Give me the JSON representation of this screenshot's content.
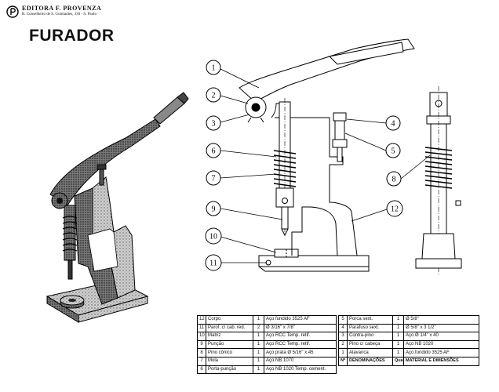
{
  "publisher": {
    "name": "EDITORA F. PROVENZA",
    "address": "R. Conselheiro de S. Guimarães, 336 - S. Paulo"
  },
  "title": "FURADOR",
  "callouts": [
    "1",
    "2",
    "3",
    "4",
    "5",
    "6",
    "7",
    "8",
    "9",
    "10",
    "11",
    "12"
  ],
  "parts_table": {
    "left": [
      {
        "num": "12",
        "name": "Corpo",
        "qty": "1",
        "material": "Aço fundido 3525 AF"
      },
      {
        "num": "11",
        "name": "Parof. c/ cab. red.",
        "qty": "2",
        "material": "Ø 3/16\" x 7/8\""
      },
      {
        "num": "10",
        "name": "Matriz",
        "qty": "1",
        "material": "Aço RCC Temp. retif."
      },
      {
        "num": "9",
        "name": "Punção",
        "qty": "1",
        "material": "Aço RCC Temp. retif."
      },
      {
        "num": "8",
        "name": "Pino cônico",
        "qty": "1",
        "material": "Aço prata Ø 5/16\" x 45"
      },
      {
        "num": "7",
        "name": "Mola",
        "qty": "1",
        "material": "Aço NB 1070"
      },
      {
        "num": "6",
        "name": "Porta-punção",
        "qty": "1",
        "material": "Aço NB 1020 Temp. cement."
      }
    ],
    "right": [
      {
        "num": "5",
        "name": "Porca sext.",
        "qty": "1",
        "material": "Ø 5/8\""
      },
      {
        "num": "4",
        "name": "Parafuso sext.",
        "qty": "1",
        "material": "Ø 5/8\" x 3 1/2\""
      },
      {
        "num": "3",
        "name": "Contra-pino",
        "qty": "1",
        "material": "Aço Ø 1/4\" x 40"
      },
      {
        "num": "2",
        "name": "Pino c/ cabeça",
        "qty": "1",
        "material": "Aço NB 1020"
      },
      {
        "num": "1",
        "name": "Alavanca",
        "qty": "1",
        "material": "Aço fundido 3525 AF"
      }
    ],
    "header": {
      "num": "Nº",
      "name": "DENOMINAÇÕES",
      "qty": "Quant.",
      "material": "MATERIAL E DIMENSÕES"
    }
  }
}
